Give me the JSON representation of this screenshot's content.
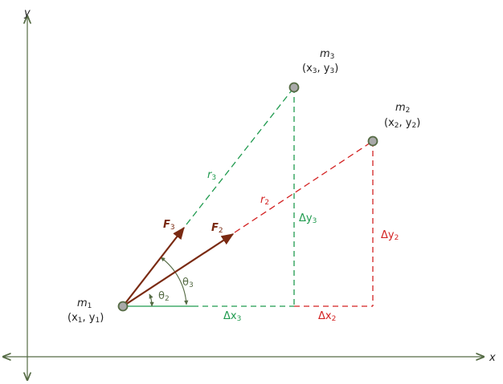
{
  "colors": {
    "axis": "#556b44",
    "force": "#7a2a12",
    "m3_line": "#1f9a4e",
    "m2_line": "#d32222",
    "angle": "#556b44",
    "point_fill": "#a9a9a9",
    "point_stroke": "#556b44",
    "text": "#222222"
  },
  "axes": {
    "x": "x",
    "y": "y"
  },
  "points": {
    "m1": {
      "name": "m",
      "sub": "1",
      "coord_open": "(x",
      "coord_mid": ", y",
      "coord_close": ")",
      "c_sub": "1"
    },
    "m2": {
      "name": "m",
      "sub": "2",
      "coord_open": "(x",
      "coord_mid": ", y",
      "coord_close": ")",
      "c_sub": "2"
    },
    "m3": {
      "name": "m",
      "sub": "3",
      "coord_open": "(x",
      "coord_mid": ", y",
      "coord_close": ")",
      "c_sub": "3"
    }
  },
  "forces": {
    "F2": {
      "base": "F",
      "sub": "2"
    },
    "F3": {
      "base": "F",
      "sub": "3"
    }
  },
  "distances": {
    "r2": {
      "base": "r",
      "sub": "2"
    },
    "r3": {
      "base": "r",
      "sub": "3"
    }
  },
  "deltas": {
    "dx2": {
      "base": "Δx",
      "sub": "2"
    },
    "dx3": {
      "base": "Δx",
      "sub": "3"
    },
    "dy2": {
      "base": "Δy",
      "sub": "2"
    },
    "dy3": {
      "base": "Δy",
      "sub": "3"
    }
  },
  "angles": {
    "theta2": {
      "base": "θ",
      "sub": "2"
    },
    "theta3": {
      "base": "θ",
      "sub": "3"
    }
  }
}
